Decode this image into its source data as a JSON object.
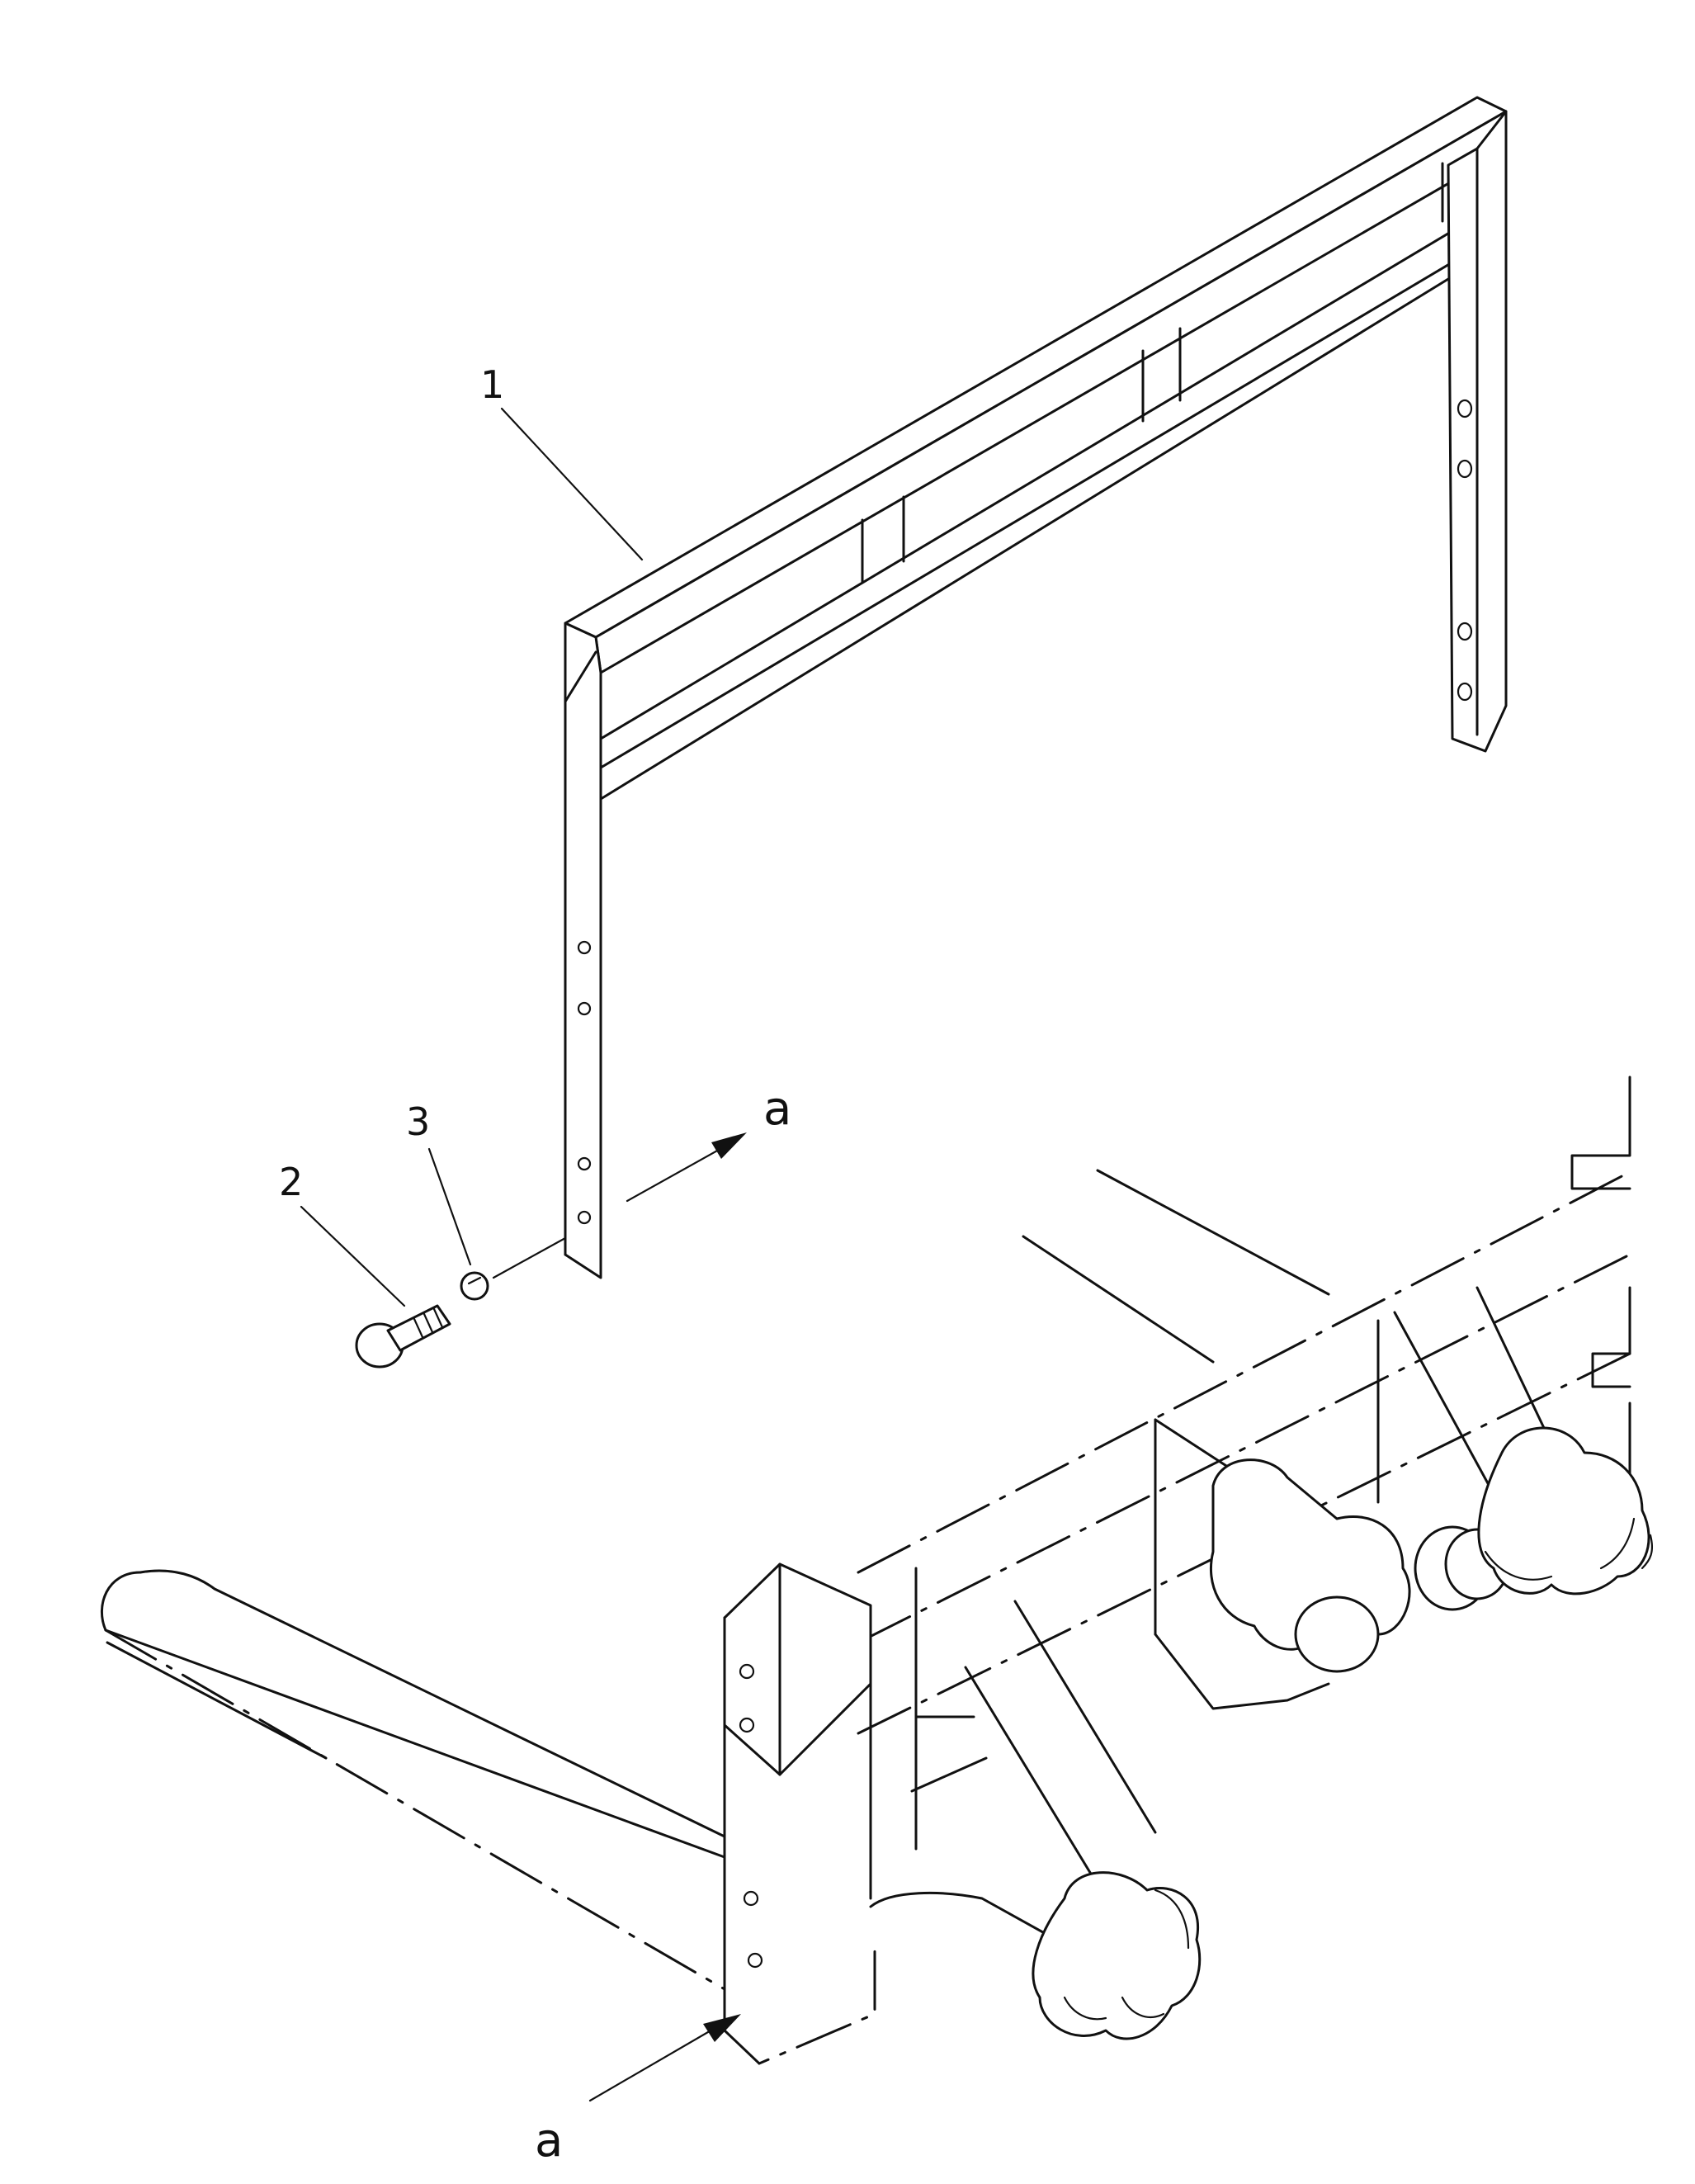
{
  "callouts": {
    "guard": "1",
    "bolt": "2",
    "washer": "3"
  },
  "markers": {
    "target_letter": "a",
    "source_letter": "a"
  },
  "colors": {
    "ink": "#111111",
    "paper": "#ffffff"
  }
}
